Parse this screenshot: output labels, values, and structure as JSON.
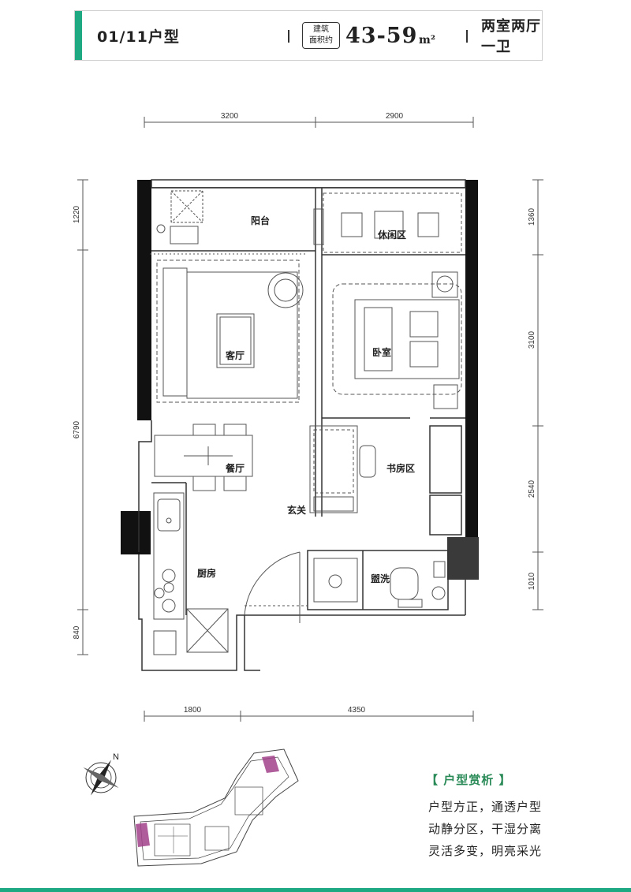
{
  "header": {
    "unit_code": "01/11户型",
    "area_label_line1": "建筑",
    "area_label_line2": "面积约",
    "area_value": "43-59",
    "area_unit": "m²",
    "rooms": "两室两厅一卫"
  },
  "dimensions": {
    "top": [
      "3200",
      "2900"
    ],
    "bottom": [
      "1800",
      "4350"
    ],
    "left": [
      "1220",
      "6790",
      "840"
    ],
    "right": [
      "1360",
      "3100",
      "2540",
      "1010"
    ]
  },
  "rooms": {
    "balcony": "阳台",
    "leisure": "休闲区",
    "living": "客厅",
    "bedroom": "卧室",
    "dining": "餐厅",
    "study": "书房区",
    "entrance": "玄关",
    "kitchen": "厨房",
    "bathroom": "盥洗"
  },
  "compass_label": "N",
  "info": {
    "title": "【 户型赏析 】",
    "lines": [
      "户型方正，通透户型",
      "动静分区，干湿分离",
      "灵活多变，明亮采光"
    ]
  },
  "colors": {
    "accent": "#1fa982",
    "highlight": "#a1418a"
  }
}
